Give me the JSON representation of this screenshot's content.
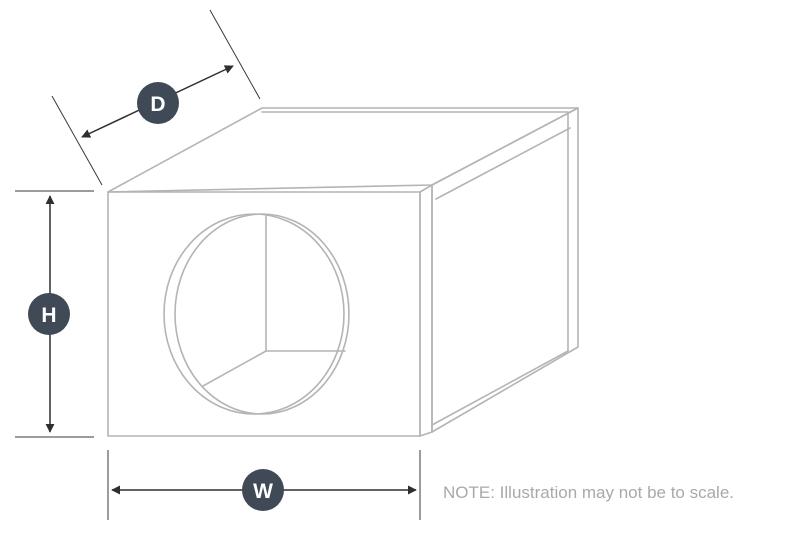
{
  "labels": {
    "depth": "D",
    "height": "H",
    "width": "W"
  },
  "note": "NOTE: Illustration may not be to scale.",
  "colors": {
    "badge": "#3f4a56",
    "outline": "#b4b4b4",
    "arrow": "#2f2f2f",
    "note": "#a9a9a9"
  }
}
